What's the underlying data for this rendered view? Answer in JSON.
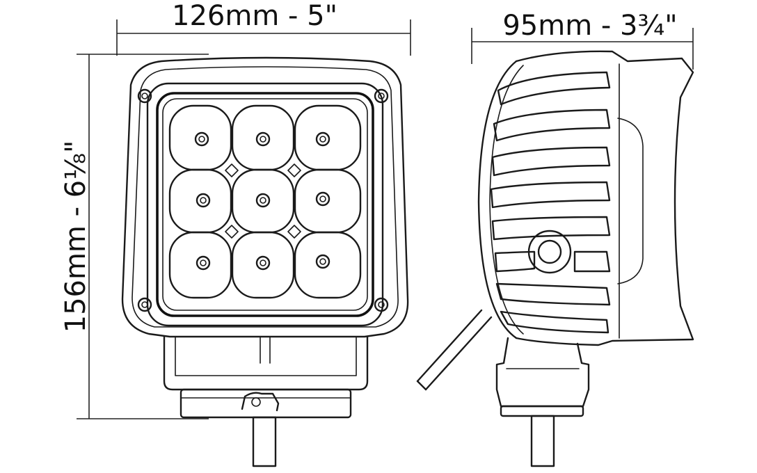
{
  "dimensions": {
    "front_width": "126mm - 5\"",
    "side_depth": "95mm - 3¾\"",
    "height": "156mm - 6⅛\""
  }
}
